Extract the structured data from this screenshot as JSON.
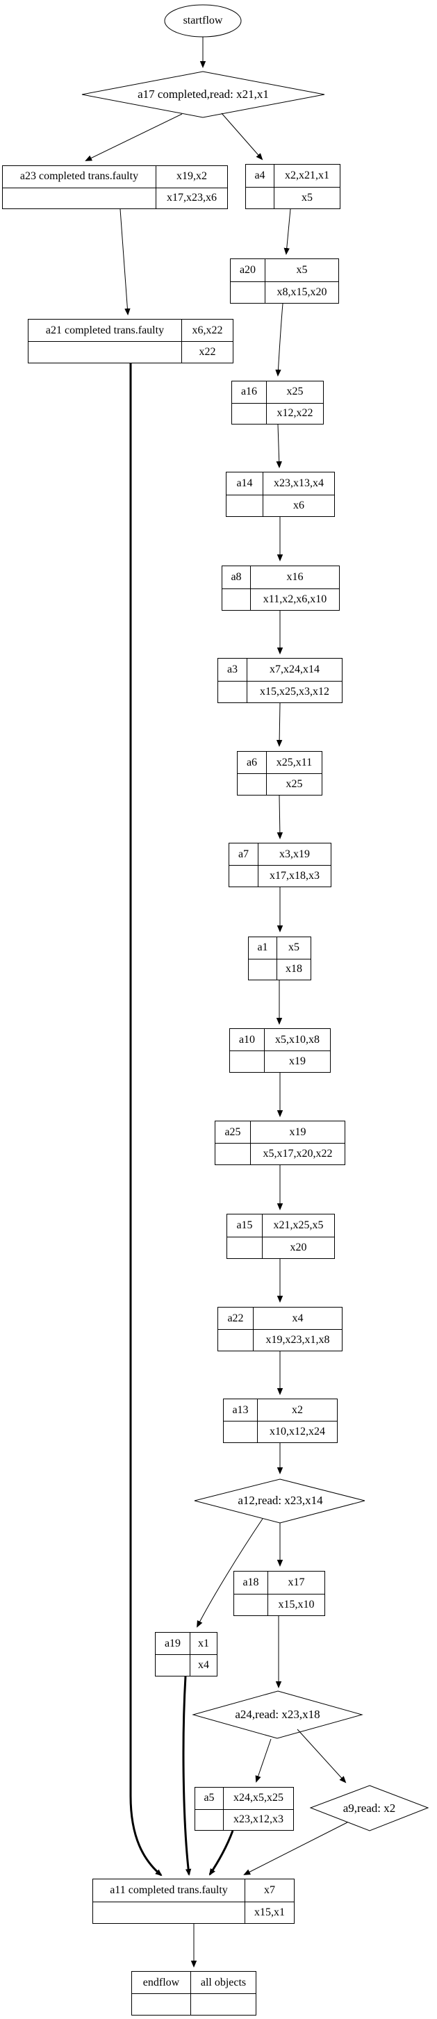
{
  "diagram": {
    "colors": {
      "stroke": "#000000",
      "background": "#ffffff"
    },
    "start": {
      "label": "startflow"
    },
    "end": {
      "name": "endflow",
      "reads": "all objects",
      "writes": ""
    },
    "decisions": {
      "a17": "a17 completed,read: x21,x1",
      "a12": "a12,read: x23,x14",
      "a24": "a24,read: x23,x18",
      "a9": "a9,read: x2"
    },
    "activities": {
      "a23": {
        "name": "a23 completed trans.faulty",
        "reads": "x19,x2",
        "writes": "x17,x23,x6"
      },
      "a4": {
        "name": "a4",
        "reads": "x2,x21,x1",
        "writes": "x5"
      },
      "a20": {
        "name": "a20",
        "reads": "x5",
        "writes": "x8,x15,x20"
      },
      "a21": {
        "name": "a21 completed trans.faulty",
        "reads": "x6,x22",
        "writes": "x22"
      },
      "a16": {
        "name": "a16",
        "reads": "x25",
        "writes": "x12,x22"
      },
      "a14": {
        "name": "a14",
        "reads": "x23,x13,x4",
        "writes": "x6"
      },
      "a8": {
        "name": "a8",
        "reads": "x16",
        "writes": "x11,x2,x6,x10"
      },
      "a3": {
        "name": "a3",
        "reads": "x7,x24,x14",
        "writes": "x15,x25,x3,x12"
      },
      "a6": {
        "name": "a6",
        "reads": "x25,x11",
        "writes": "x25"
      },
      "a7": {
        "name": "a7",
        "reads": "x3,x19",
        "writes": "x17,x18,x3"
      },
      "a1": {
        "name": "a1",
        "reads": "x5",
        "writes": "x18"
      },
      "a10": {
        "name": "a10",
        "reads": "x5,x10,x8",
        "writes": "x19"
      },
      "a25": {
        "name": "a25",
        "reads": "x19",
        "writes": "x5,x17,x20,x22"
      },
      "a15": {
        "name": "a15",
        "reads": "x21,x25,x5",
        "writes": "x20"
      },
      "a22": {
        "name": "a22",
        "reads": "x4",
        "writes": "x19,x23,x1,x8"
      },
      "a13": {
        "name": "a13",
        "reads": "x2",
        "writes": "x10,x12,x24"
      },
      "a18": {
        "name": "a18",
        "reads": "x17",
        "writes": "x15,x10"
      },
      "a19": {
        "name": "a19",
        "reads": "x1",
        "writes": "x4"
      },
      "a5": {
        "name": "a5",
        "reads": "x24,x5,x25",
        "writes": "x23,x12,x3"
      },
      "a11": {
        "name": "a11 completed trans.faulty",
        "reads": "x7",
        "writes": "x15,x1"
      }
    },
    "edges": [
      {
        "from": "startflow",
        "to": "a17",
        "style": "normal"
      },
      {
        "from": "a17",
        "to": "a23",
        "style": "normal"
      },
      {
        "from": "a17",
        "to": "a4",
        "style": "normal"
      },
      {
        "from": "a23",
        "to": "a21",
        "style": "normal"
      },
      {
        "from": "a4",
        "to": "a20",
        "style": "normal"
      },
      {
        "from": "a20",
        "to": "a16",
        "style": "normal"
      },
      {
        "from": "a16",
        "to": "a14",
        "style": "normal"
      },
      {
        "from": "a14",
        "to": "a8",
        "style": "normal"
      },
      {
        "from": "a8",
        "to": "a3",
        "style": "normal"
      },
      {
        "from": "a3",
        "to": "a6",
        "style": "normal"
      },
      {
        "from": "a6",
        "to": "a7",
        "style": "normal"
      },
      {
        "from": "a7",
        "to": "a1",
        "style": "normal"
      },
      {
        "from": "a1",
        "to": "a10",
        "style": "normal"
      },
      {
        "from": "a10",
        "to": "a25",
        "style": "normal"
      },
      {
        "from": "a25",
        "to": "a15",
        "style": "normal"
      },
      {
        "from": "a15",
        "to": "a22",
        "style": "normal"
      },
      {
        "from": "a22",
        "to": "a13",
        "style": "normal"
      },
      {
        "from": "a13",
        "to": "a12",
        "style": "normal"
      },
      {
        "from": "a12",
        "to": "a18",
        "style": "normal"
      },
      {
        "from": "a12",
        "to": "a19",
        "style": "normal"
      },
      {
        "from": "a18",
        "to": "a24",
        "style": "normal"
      },
      {
        "from": "a24",
        "to": "a5",
        "style": "normal"
      },
      {
        "from": "a24",
        "to": "a9",
        "style": "normal"
      },
      {
        "from": "a21",
        "to": "a11",
        "style": "bold"
      },
      {
        "from": "a19",
        "to": "a11",
        "style": "bold"
      },
      {
        "from": "a5",
        "to": "a11",
        "style": "bold"
      },
      {
        "from": "a9",
        "to": "a11",
        "style": "normal"
      },
      {
        "from": "a11",
        "to": "endflow",
        "style": "normal"
      }
    ]
  }
}
